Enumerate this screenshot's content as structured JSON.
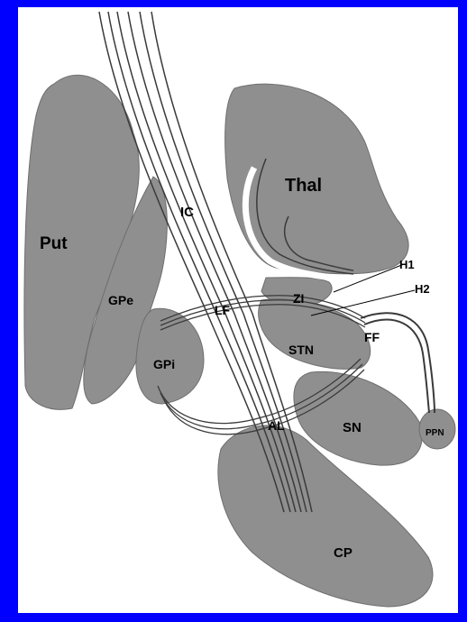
{
  "colors": {
    "frame": "#0000ff",
    "paper": "#ffffff",
    "structure": "#8f8f8f",
    "structure_outline": "#6e6e6e",
    "fiber": "#3a3a3a",
    "fiber_light": "#ffffff"
  },
  "labels": {
    "put": "Put",
    "gpe": "GPe",
    "gpi": "GPi",
    "ic": "IC",
    "thal": "Thal",
    "lf": "LF",
    "zi": "ZI",
    "stn": "STN",
    "ff": "FF",
    "h1": "H1",
    "h2": "H2",
    "al": "AL",
    "sn": "SN",
    "ppn": "PPN",
    "cp": "CP"
  }
}
